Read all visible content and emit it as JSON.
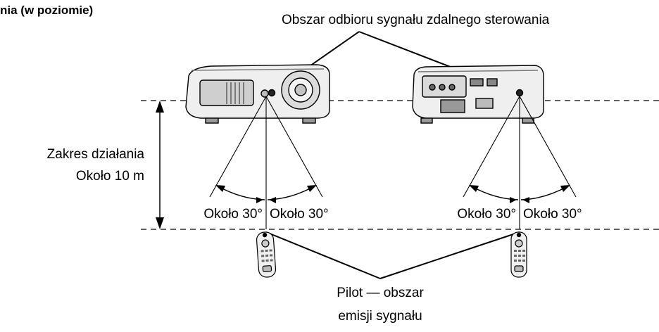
{
  "heading": "nia (w poziomie)",
  "receiver_area_label": "Obszar odbioru sygnału zdalnego sterowania",
  "range": {
    "line1": "Zakres działania",
    "line2": "Około 10 m"
  },
  "left_group": {
    "angle_left": "Około 30°",
    "angle_right": "Około 30°"
  },
  "right_group": {
    "angle_left": "Około 30°",
    "angle_right": "Około 30°"
  },
  "remote_label": {
    "line1": "Pilot — obszar",
    "line2": "emisji sygnału"
  }
}
